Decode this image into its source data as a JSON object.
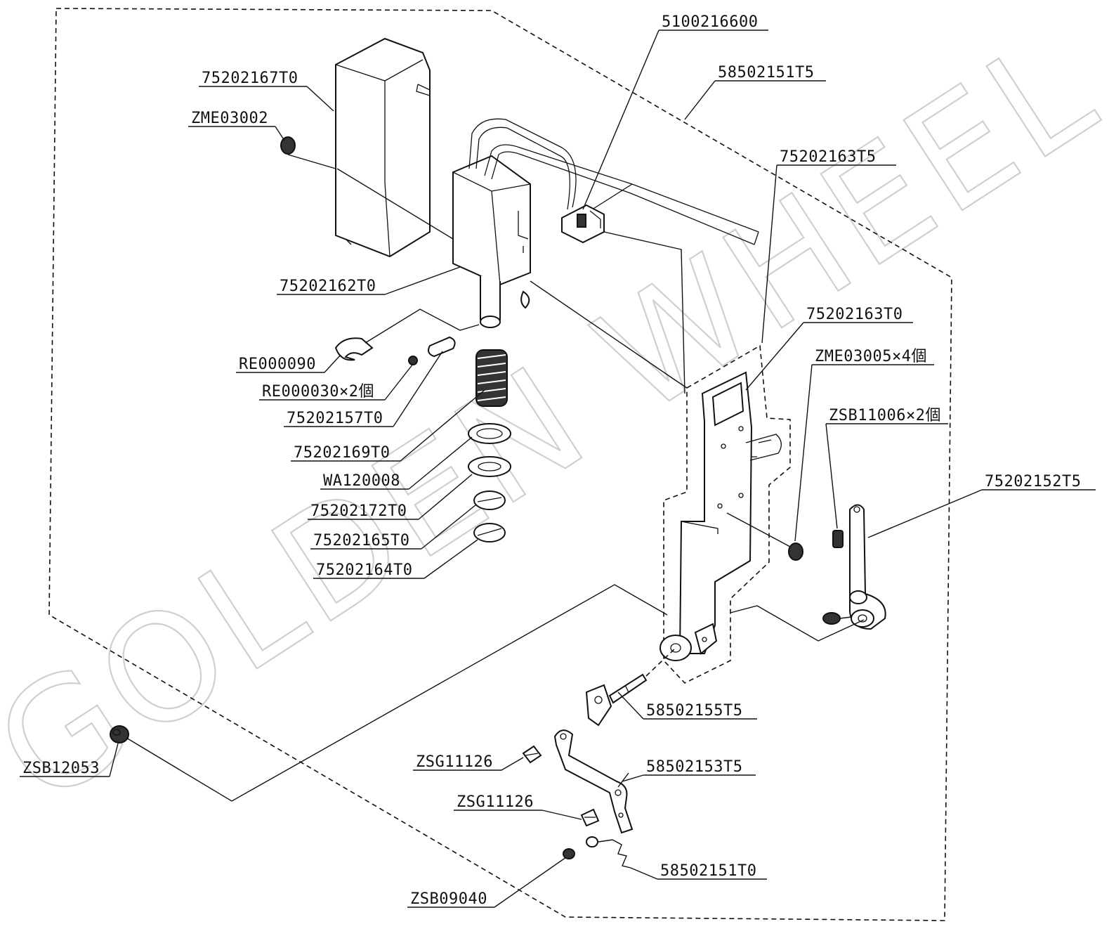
{
  "watermark": "GOLDEN WHEEL",
  "labels": [
    "5100216600",
    "58502151T5",
    "75202167T0",
    "ZME03002",
    "75202163T5",
    "75202162T0",
    "75202163T0",
    "ZME03005×4個",
    "RE000090",
    "RE000030×2個",
    "75202157T0",
    "75202169T0",
    "WA120008",
    "75202172T0",
    "75202165T0",
    "75202164T0",
    "ZSB11006×2個",
    "75202152T5",
    "58502155T5",
    "ZSG11126",
    "58502153T5",
    "ZSG11126",
    "ZSB12053",
    "58502151T0",
    "ZSB09040"
  ]
}
